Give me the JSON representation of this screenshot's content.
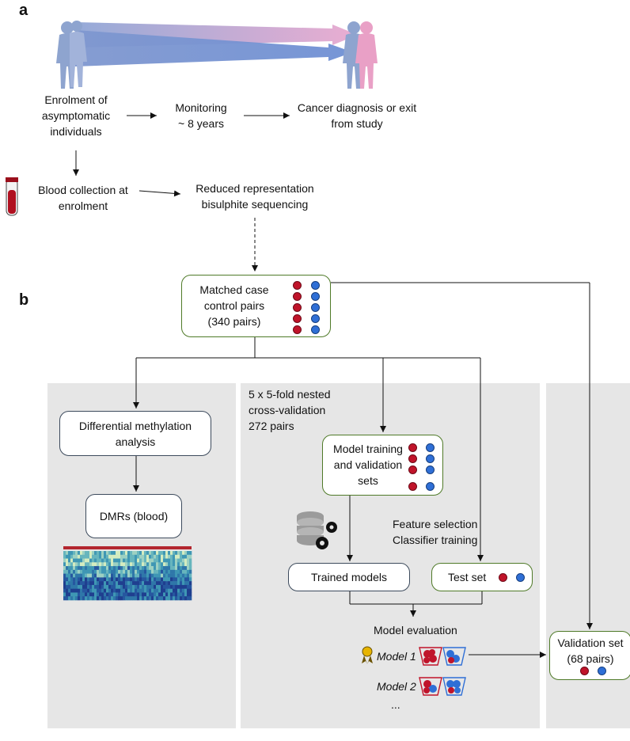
{
  "panels": {
    "a": "a",
    "b": "b"
  },
  "panel_a": {
    "enrolment": "Enrolment of\nasymptomatic\nindividuals",
    "monitoring": "Monitoring\n~ 8 years",
    "outcome": "Cancer diagnosis or exit\nfrom study",
    "blood": "Blood collection at\nenrolment",
    "rrbs": "Reduced representation\nbisulphite sequencing"
  },
  "panel_b": {
    "matched_pairs": "Matched case\ncontrol pairs\n(340 pairs)",
    "diff_methylation": "Differential methylation\nanalysis",
    "dmrs": "DMRs (blood)",
    "nested_cv": "5 x 5-fold nested\ncross-validation\n272 pairs",
    "model_training": "Model training\nand validation\nsets",
    "feature_selection": "Feature selection\nClassifier training",
    "trained_models": "Trained models",
    "test_set": "Test set",
    "model_evaluation": "Model evaluation",
    "model1": "Model 1",
    "model2": "Model 2",
    "ellipsis": "...",
    "validation_set": "Validation set\n(68 pairs)"
  },
  "icons": [
    "human-silhouette-icon",
    "blood-tube-icon",
    "database-icon",
    "gears-icon",
    "award-ribbon-icon",
    "cup-icon"
  ],
  "colors": {
    "case_red": "#c0142a",
    "control_blue": "#2f6fd6",
    "box_green": "#4f7a28",
    "box_gray": "#3c4a5c",
    "panel_gray": "#e6e6e6",
    "human_blue": "#8ea4cf",
    "human_pink": "#e9a0c6"
  }
}
